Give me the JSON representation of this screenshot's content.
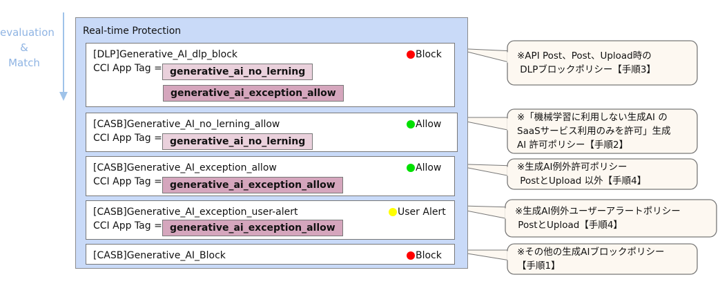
{
  "flow_label": {
    "line1": "evaluation",
    "line2": "&",
    "line3": "Match"
  },
  "panel_title": "Real-time Protection",
  "cci_label": "CCI App Tag =",
  "rules": [
    {
      "name": "[DLP]Generative_AI_dlp_block",
      "action": "Block",
      "color": "#ff0000",
      "tags": [
        "generative_ai_no_lerning",
        "generative_ai_exception_allow"
      ]
    },
    {
      "name": "[CASB]Generative_AI_no_lerning_allow",
      "action": "Allow",
      "color": "#00e000",
      "tags": [
        "generative_ai_no_lerning"
      ]
    },
    {
      "name": "[CASB]Generative_AI_exception_allow",
      "action": "Allow",
      "color": "#00e000",
      "tags": [
        "generative_ai_exception_allow"
      ]
    },
    {
      "name": "[CASB]Generative_AI_exception_user-alert",
      "action": "User Alert",
      "color": "#ffff00",
      "tags": [
        "generative_ai_exception_allow"
      ]
    },
    {
      "name": "[CASB]Generative_AI_Block",
      "action": "Block",
      "color": "#ff0000",
      "tags": []
    }
  ],
  "callouts": [
    {
      "lines": [
        "※API Post、Post、Upload時の",
        " DLPブロックポリシー【手順3】"
      ]
    },
    {
      "lines": [
        "※「機械学習に利用しない生成AI の",
        "SaaSサービス利用のみを許可」生成",
        "AI 許可ポリシー【手順2】"
      ]
    },
    {
      "lines": [
        "※生成AI例外許可ポリシー",
        " PostとUpload 以外【手順4】"
      ]
    },
    {
      "lines": [
        "※生成AI例外ユーザーアラートポリシー",
        " PostとUpload【手順4】"
      ]
    },
    {
      "lines": [
        "※その他の生成AIブロックポリシー",
        "【手順1】"
      ]
    }
  ],
  "colors": {
    "panel": "#c9daf8",
    "tag_light": "#ead1dc",
    "tag_dark": "#d5a6bd",
    "callout": "#fdf8f1",
    "arrow": "#9fc3e9"
  }
}
